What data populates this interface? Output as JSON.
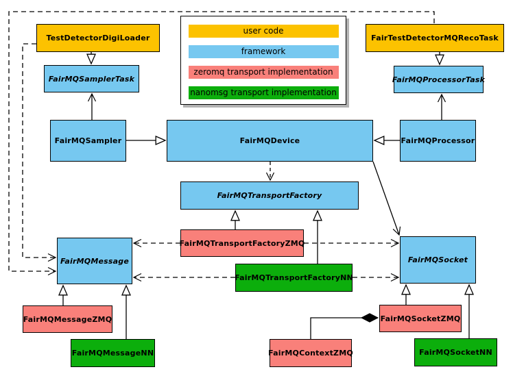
{
  "diagram_type": "uml-class-diagram",
  "colors": {
    "user_code": "#FCC200",
    "framework": "#76C8F0",
    "zeromq": "#F9807A",
    "nanomsg": "#0CAE0C",
    "border": "#000000",
    "line": "#000000",
    "legend_shadow": "#b3b3b3",
    "background": "#ffffff"
  },
  "legend": {
    "items": [
      {
        "label": "user code",
        "color": "#FCC200"
      },
      {
        "label": "framework",
        "color": "#76C8F0"
      },
      {
        "label": "zeromq transport implementation",
        "color": "#F9807A"
      },
      {
        "label": "nanomsg transport implementation",
        "color": "#0CAE0C"
      }
    ]
  },
  "classes": {
    "testDetectorDigiLoader": {
      "label": "TestDetectorDigiLoader",
      "layer": "user code",
      "abstract": false
    },
    "fairTestDetectorMQRecoTask": {
      "label": "FairTestDetectorMQRecoTask",
      "layer": "user code",
      "abstract": false
    },
    "fairMQSamplerTask": {
      "label": "FairMQSamplerTask",
      "layer": "framework",
      "abstract": true
    },
    "fairMQProcessorTask": {
      "label": "FairMQProcessorTask",
      "layer": "framework",
      "abstract": true
    },
    "fairMQSampler": {
      "label": "FairMQSampler",
      "layer": "framework",
      "abstract": false
    },
    "fairMQDevice": {
      "label": "FairMQDevice",
      "layer": "framework",
      "abstract": false
    },
    "fairMQProcessor": {
      "label": "FairMQProcessor",
      "layer": "framework",
      "abstract": false
    },
    "fairMQTransportFactory": {
      "label": "FairMQTransportFactory",
      "layer": "framework",
      "abstract": true
    },
    "fairMQTransportFactoryZMQ": {
      "label": "FairMQTransportFactoryZMQ",
      "layer": "zeromq transport implementation",
      "abstract": false
    },
    "fairMQTransportFactoryNN": {
      "label": "FairMQTransportFactoryNN",
      "layer": "nanomsg transport implementation",
      "abstract": false
    },
    "fairMQMessage": {
      "label": "FairMQMessage",
      "layer": "framework",
      "abstract": true
    },
    "fairMQSocket": {
      "label": "FairMQSocket",
      "layer": "framework",
      "abstract": true
    },
    "fairMQMessageZMQ": {
      "label": "FairMQMessageZMQ",
      "layer": "zeromq transport implementation",
      "abstract": false
    },
    "fairMQMessageNN": {
      "label": "FairMQMessageNN",
      "layer": "nanomsg transport implementation",
      "abstract": false
    },
    "fairMQSocketZMQ": {
      "label": "FairMQSocketZMQ",
      "layer": "zeromq transport implementation",
      "abstract": false
    },
    "fairMQSocketNN": {
      "label": "FairMQSocketNN",
      "layer": "nanomsg transport implementation",
      "abstract": false
    },
    "fairMQContextZMQ": {
      "label": "FairMQContextZMQ",
      "layer": "zeromq transport implementation",
      "abstract": false
    }
  },
  "relations": [
    {
      "from": "TestDetectorDigiLoader",
      "to": "FairMQSamplerTask",
      "type": "generalization"
    },
    {
      "from": "FairTestDetectorMQRecoTask",
      "to": "FairMQProcessorTask",
      "type": "generalization"
    },
    {
      "from": "FairMQSampler",
      "to": "FairMQDevice",
      "type": "generalization"
    },
    {
      "from": "FairMQProcessor",
      "to": "FairMQDevice",
      "type": "generalization"
    },
    {
      "from": "FairMQSampler",
      "to": "FairMQSamplerTask",
      "type": "association"
    },
    {
      "from": "FairMQProcessor",
      "to": "FairMQProcessorTask",
      "type": "association"
    },
    {
      "from": "FairMQDevice",
      "to": "FairMQTransportFactory",
      "type": "dependency"
    },
    {
      "from": "FairMQDevice",
      "to": "FairMQSocket",
      "type": "association"
    },
    {
      "from": "TestDetectorDigiLoader",
      "to": "FairMQMessage",
      "type": "dependency"
    },
    {
      "from": "FairTestDetectorMQRecoTask",
      "to": "FairMQMessage",
      "type": "dependency"
    },
    {
      "from": "FairMQTransportFactoryZMQ",
      "to": "FairMQTransportFactory",
      "type": "generalization"
    },
    {
      "from": "FairMQTransportFactoryNN",
      "to": "FairMQTransportFactory",
      "type": "generalization"
    },
    {
      "from": "FairMQTransportFactoryZMQ",
      "to": "FairMQMessage",
      "type": "dependency"
    },
    {
      "from": "FairMQTransportFactoryZMQ",
      "to": "FairMQSocket",
      "type": "dependency"
    },
    {
      "from": "FairMQTransportFactoryNN",
      "to": "FairMQMessage",
      "type": "dependency"
    },
    {
      "from": "FairMQTransportFactoryNN",
      "to": "FairMQSocket",
      "type": "dependency"
    },
    {
      "from": "FairMQMessageZMQ",
      "to": "FairMQMessage",
      "type": "generalization"
    },
    {
      "from": "FairMQMessageNN",
      "to": "FairMQMessage",
      "type": "generalization"
    },
    {
      "from": "FairMQSocketZMQ",
      "to": "FairMQSocket",
      "type": "generalization"
    },
    {
      "from": "FairMQSocketNN",
      "to": "FairMQSocket",
      "type": "generalization"
    },
    {
      "from": "FairMQContextZMQ",
      "to": "FairMQSocketZMQ",
      "type": "composition"
    }
  ]
}
